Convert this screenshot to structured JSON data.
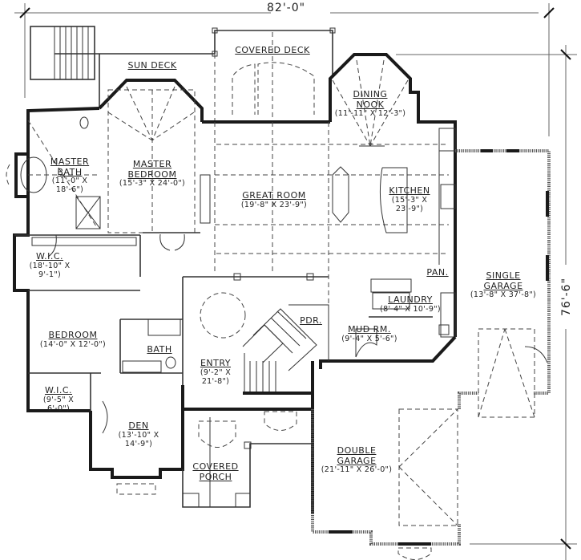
{
  "plan": {
    "type": "floor-plan",
    "overall_width": "82'-0\"",
    "overall_depth": "76'-6\""
  },
  "rooms": [
    {
      "id": "sun-deck",
      "name": "SUN DECK",
      "size": ""
    },
    {
      "id": "covered-deck",
      "name": "COVERED DECK",
      "size": ""
    },
    {
      "id": "dining-nook",
      "name": "DINING NOOK",
      "name_lines": [
        "DINING",
        "NOOK"
      ],
      "size": "(11'-11\" X 12'-3\")"
    },
    {
      "id": "master-bath",
      "name": "MASTER BATH",
      "name_lines": [
        "MASTER",
        "BATH"
      ],
      "size_lines": [
        "(11'-0\" X",
        "18'-6\")"
      ]
    },
    {
      "id": "master-bedroom",
      "name": "MASTER BEDROOM",
      "name_lines": [
        "MASTER",
        "BEDROOM"
      ],
      "size": "(15'-3\" X 24'-0\")"
    },
    {
      "id": "great-room",
      "name": "GREAT ROOM",
      "size": "(19'-8\" X 23'-9\")"
    },
    {
      "id": "kitchen",
      "name": "KITCHEN",
      "size_lines": [
        "(15'-3\" X",
        "23'-9\")"
      ]
    },
    {
      "id": "wic-master",
      "name": "W.I.C.",
      "size_lines": [
        "(18'-10\" X",
        "9'-1\")"
      ]
    },
    {
      "id": "pantry",
      "name": "PAN.",
      "size": ""
    },
    {
      "id": "single-garage",
      "name": "SINGLE GARAGE",
      "name_lines": [
        "SINGLE",
        "GARAGE"
      ],
      "size": "(13'-8\" X 37'-8\")"
    },
    {
      "id": "laundry",
      "name": "LAUNDRY",
      "size": "(8'-4\" X 10'-9\")"
    },
    {
      "id": "pdr",
      "name": "PDR.",
      "size": ""
    },
    {
      "id": "mud-room",
      "name": "MUD RM.",
      "size": "(9'-4\" X 5'-6\")"
    },
    {
      "id": "bedroom",
      "name": "BEDROOM",
      "size": "(14'-0\" X 12'-0\")"
    },
    {
      "id": "bath",
      "name": "BATH",
      "size": ""
    },
    {
      "id": "entry",
      "name": "ENTRY",
      "size_lines": [
        "(9'-2\" X",
        "21'-8\")"
      ]
    },
    {
      "id": "wic-bedroom",
      "name": "W.I.C.",
      "size_lines": [
        "(9'-5\" X",
        "6'-0\")"
      ]
    },
    {
      "id": "den",
      "name": "DEN",
      "size_lines": [
        "(13'-10\" X",
        "14'-9\")"
      ]
    },
    {
      "id": "covered-porch",
      "name": "COVERED PORCH",
      "name_lines": [
        "COVERED",
        "PORCH"
      ],
      "size": ""
    },
    {
      "id": "double-garage",
      "name": "DOUBLE GARAGE",
      "name_lines": [
        "DOUBLE",
        "GARAGE"
      ],
      "size": "(21'-11\" X 26'-0\")"
    }
  ],
  "labels": {
    "sun_deck": "SUN DECK",
    "covered_deck": "COVERED DECK",
    "dining_1": "DINING",
    "dining_2": "NOOK",
    "dining_size": "(11'-11\" X 12'-3\")",
    "mbath_1": "MASTER",
    "mbath_2": "BATH",
    "mbath_size_1": "(11'-0\" X",
    "mbath_size_2": "18'-6\")",
    "mbed_1": "MASTER",
    "mbed_2": "BEDROOM",
    "mbed_size": "(15'-3\" X 24'-0\")",
    "great": "GREAT ROOM",
    "great_size": "(19'-8\" X 23'-9\")",
    "kitchen": "KITCHEN",
    "kitchen_size_1": "(15'-3\" X",
    "kitchen_size_2": "23'-9\")",
    "wic1": "W.I.C.",
    "wic1_size_1": "(18'-10\" X",
    "wic1_size_2": "9'-1\")",
    "pan": "PAN.",
    "sgarage_1": "SINGLE",
    "sgarage_2": "GARAGE",
    "sgarage_size": "(13'-8\" X 37'-8\")",
    "laundry": "LAUNDRY",
    "laundry_size": "(8'-4\" X 10'-9\")",
    "pdr": "PDR.",
    "mud": "MUD RM.",
    "mud_size": "(9'-4\" X 5'-6\")",
    "bedroom": "BEDROOM",
    "bedroom_size": "(14'-0\" X 12'-0\")",
    "bath": "BATH",
    "entry": "ENTRY",
    "entry_size_1": "(9'-2\" X",
    "entry_size_2": "21'-8\")",
    "wic2": "W.I.C.",
    "wic2_size_1": "(9'-5\" X",
    "wic2_size_2": "6'-0\")",
    "den": "DEN",
    "den_size_1": "(13'-10\" X",
    "den_size_2": "14'-9\")",
    "porch_1": "COVERED",
    "porch_2": "PORCH",
    "dgarage_1": "DOUBLE",
    "dgarage_2": "GARAGE",
    "dgarage_size": "(21'-11\" X 26'-0\")"
  },
  "dimensions": {
    "width": "82'-0\"",
    "depth": "76'-6\""
  },
  "colors": {
    "wall": "#1a1a1a",
    "line": "#333333",
    "background": "#ffffff"
  }
}
